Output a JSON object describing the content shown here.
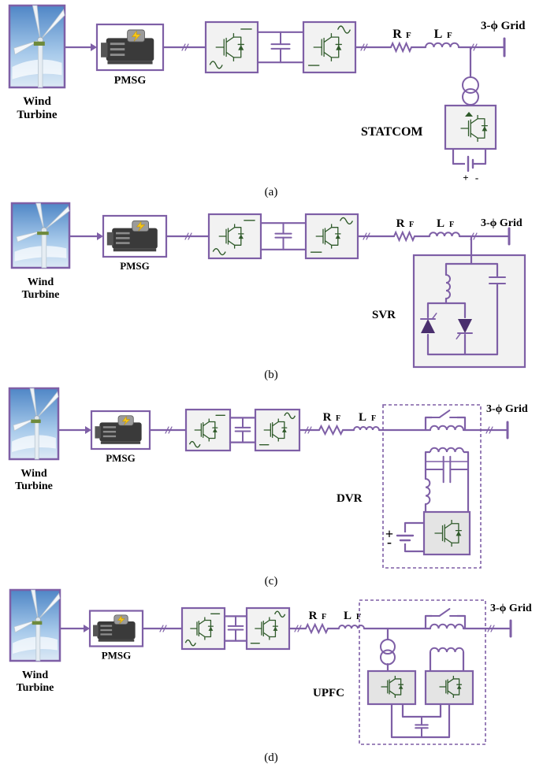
{
  "panels": [
    {
      "caption": "(a)",
      "turbine_label_1": "Wind",
      "turbine_label_2": "Turbine",
      "generator": "PMSG",
      "r_base": "R",
      "r_sub": "F",
      "l_base": "L",
      "l_sub": "F",
      "grid": "3-ϕ Grid",
      "device": "STATCOM",
      "battery_plus": "+",
      "battery_minus": "-"
    },
    {
      "caption": "(b)",
      "turbine_label_1": "Wind",
      "turbine_label_2": "Turbine",
      "generator": "PMSG",
      "r_base": "R",
      "r_sub": "F",
      "l_base": "L",
      "l_sub": "F",
      "grid": "3-ϕ Grid",
      "device": "SVR"
    },
    {
      "caption": "(c)",
      "turbine_label_1": "Wind",
      "turbine_label_2": "Turbine",
      "generator": "PMSG",
      "r_base": "R",
      "r_sub": "F",
      "l_base": "L",
      "l_sub": "F",
      "grid": "3-ϕ Grid",
      "device": "DVR",
      "battery_plus": "+",
      "battery_minus": "-"
    },
    {
      "caption": "(d)",
      "turbine_label_1": "Wind",
      "turbine_label_2": "Turbine",
      "generator": "PMSG",
      "r_base": "R",
      "r_sub": "F",
      "l_base": "L",
      "l_sub": "F",
      "grid": "3-ϕ Grid",
      "device": "UPFC"
    }
  ],
  "colors": {
    "wire": "#7e5fa6",
    "box": "#7e5fa6",
    "fill": "#f2f2f2",
    "green": "#2f5a2a",
    "sky": "#7fb0dc",
    "dark": "#3a3a3a"
  },
  "icons": [
    "wind-turbine-image",
    "generator-icon",
    "lightning-icon",
    "converter-icon",
    "capacitor-icon",
    "resistor-icon",
    "inductor-icon",
    "transformer-icon",
    "battery-icon",
    "thyristor-icon",
    "switch-icon"
  ]
}
